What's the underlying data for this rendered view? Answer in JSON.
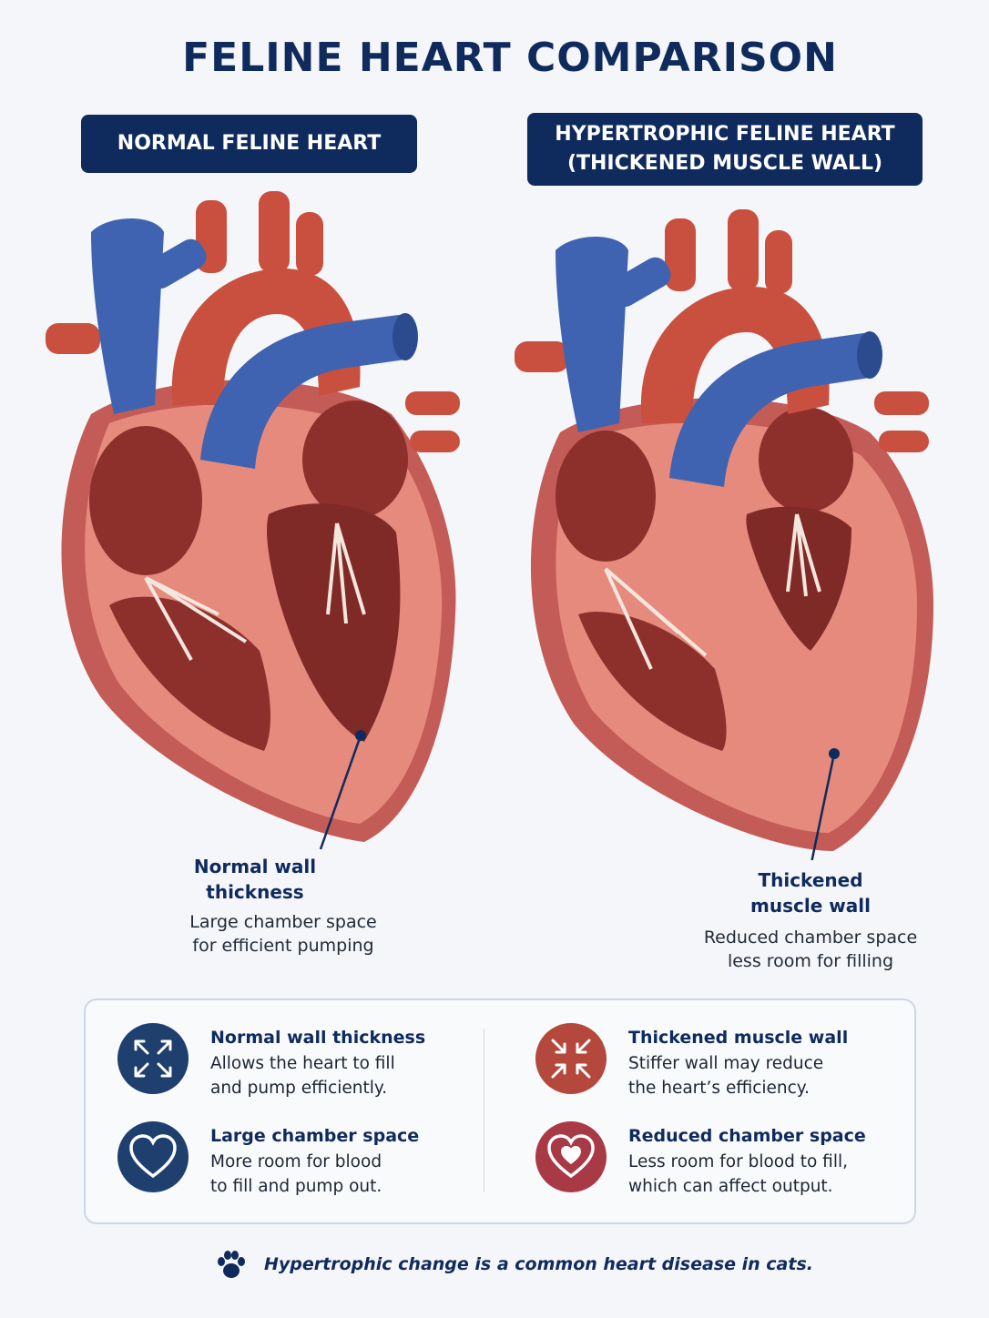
{
  "title": "FELINE HEART COMPARISON",
  "left": {
    "banner": "NORMAL FELINE HEART",
    "callout_title_1": "Normal wall",
    "callout_title_2": "thickness",
    "callout_desc_1": "Large chamber space",
    "callout_desc_2": "for efficient pumping"
  },
  "right": {
    "banner_1": "HYPERTROPHIC FELINE HEART",
    "banner_2": "(THICKENED MUSCLE WALL)",
    "callout_title_1": "Thickened",
    "callout_title_2": "muscle wall",
    "callout_desc_1": "Reduced chamber space",
    "callout_desc_2": "less room for filling"
  },
  "panel": {
    "items": [
      {
        "title": "Normal wall thickness",
        "line1": "Allows the heart to fill",
        "line2": "and pump efficiently.",
        "icon": "expand-arrows-icon",
        "color": "#1f3f6e"
      },
      {
        "title": "Large chamber space",
        "line1": "More room for blood",
        "line2": "to fill and pump out.",
        "icon": "heart-outline-icon",
        "color": "#1f3f6e"
      },
      {
        "title": "Thickened muscle wall",
        "line1": "Stiffer wall may reduce",
        "line2": "the heart’s efficiency.",
        "icon": "compress-arrows-icon",
        "color": "#b5483d"
      },
      {
        "title": "Reduced chamber space",
        "line1": "Less room for blood to fill,",
        "line2": "which can affect output.",
        "icon": "heart-small-icon",
        "color": "#a83a45"
      }
    ]
  },
  "footer": {
    "text": "Hypertrophic change is a common heart disease in cats.",
    "icon": "paw-print-icon"
  },
  "colors": {
    "navy": "#0f2a5c",
    "vein_blue": "#3f63b0",
    "artery_red": "#c9503f",
    "muscle_pink": "#e58a7c",
    "chamber_dark": "#8d2f2b"
  }
}
